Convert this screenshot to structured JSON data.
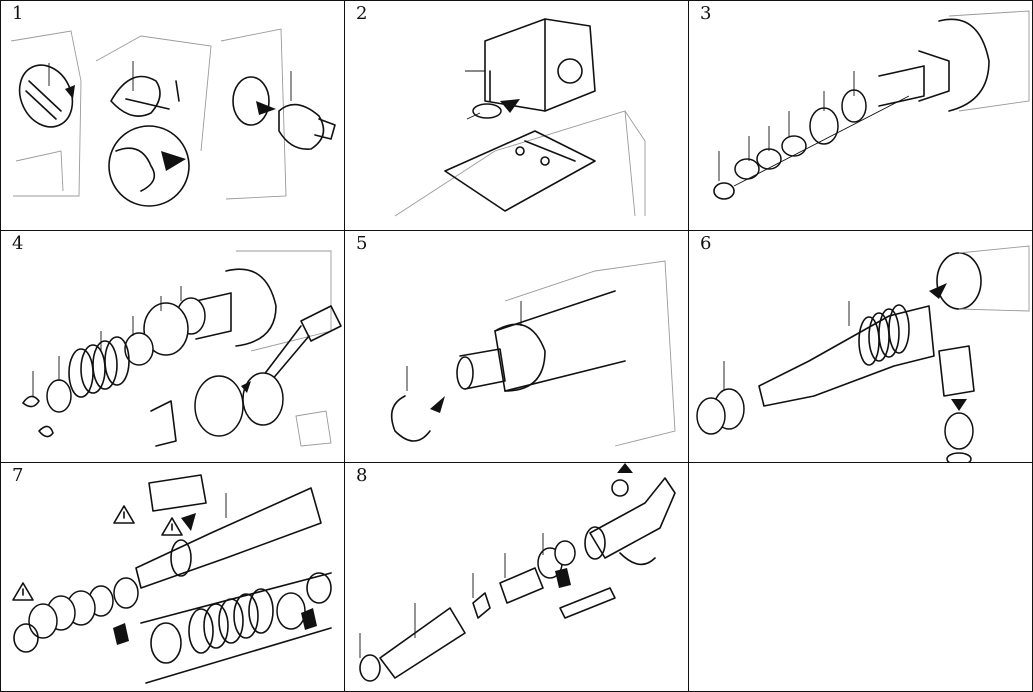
{
  "panels": [
    {
      "number": "1"
    },
    {
      "number": "2"
    },
    {
      "number": "3"
    },
    {
      "number": "4"
    },
    {
      "number": "5"
    },
    {
      "number": "6"
    },
    {
      "number": "7"
    },
    {
      "number": "8"
    },
    {
      "number": ""
    }
  ],
  "icons": {
    "warning": "warning-triangle-icon",
    "arrow": "direction-arrow-icon",
    "grease": "grease-tube-icon"
  },
  "colors": {
    "line": "#111111",
    "background": "#ffffff",
    "hatch": "#9a9a9a"
  }
}
